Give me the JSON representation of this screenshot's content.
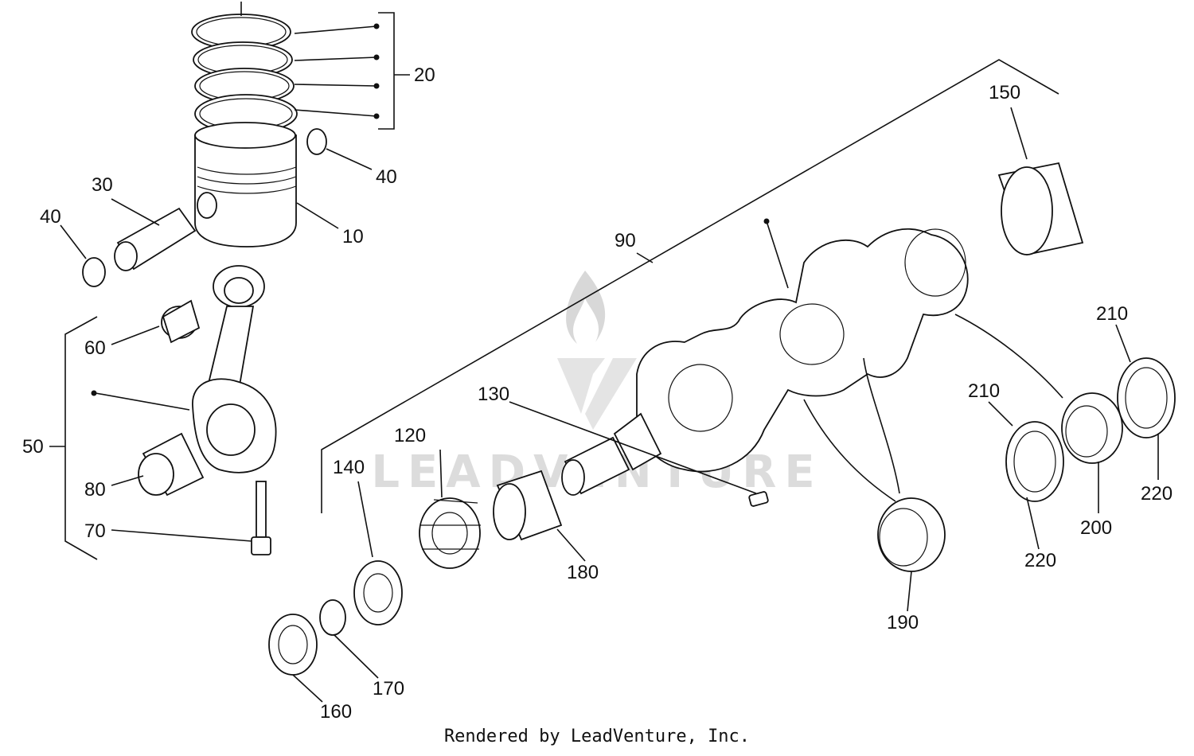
{
  "diagram": {
    "callouts": {
      "p10": "10",
      "p20": "20",
      "p30": "30",
      "p40a": "40",
      "p40b": "40",
      "p50": "50",
      "p60": "60",
      "p70": "70",
      "p80": "80",
      "p90": "90",
      "p120": "120",
      "p130": "130",
      "p140": "140",
      "p150": "150",
      "p160": "160",
      "p170": "170",
      "p180": "180",
      "p190": "190",
      "p200": "200",
      "p210a": "210",
      "p210b": "210",
      "p220a": "220",
      "p220b": "220"
    },
    "watermark": "LEADVENTURE",
    "footer": "Rendered by LeadVenture, Inc."
  },
  "colors": {
    "line": "#111111",
    "watermark": "#d8d8d8",
    "background": "#ffffff"
  }
}
